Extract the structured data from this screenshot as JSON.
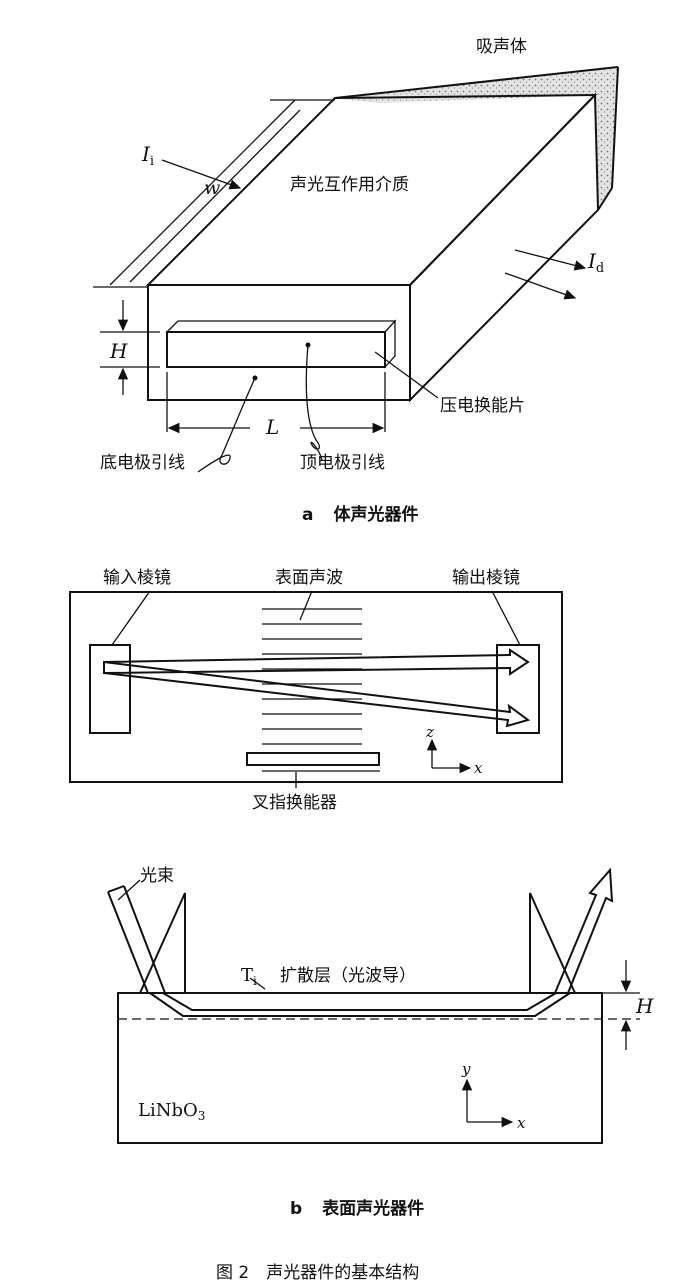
{
  "part_a": {
    "absorber": "吸声体",
    "medium": "声光互作用介质",
    "incident_beam_I": "I",
    "incident_beam_sub": "i",
    "width_w": "w",
    "diffracted_beam_I": "I",
    "diffracted_beam_sub": "d",
    "height_H": "H",
    "length_L": "L",
    "transducer": "压电换能片",
    "bottom_lead": "底电极引线",
    "top_lead": "顶电极引线",
    "caption_letter": "a",
    "caption": "体声光器件"
  },
  "part_b_top": {
    "input_prism": "输入棱镜",
    "saw": "表面声波",
    "output_prism": "输出棱镜",
    "idt": "叉指换能器",
    "axis_z": "z",
    "axis_x": "x"
  },
  "part_b_bottom": {
    "light_beam": "光束",
    "ti_diffusion": "T",
    "ti_sub": "i",
    "waveguide_label": "扩散层（光波导）",
    "height_H": "H",
    "substrate": "LiNbO",
    "substrate_sub": "3",
    "axis_y": "y",
    "axis_x": "x",
    "caption_letter": "b",
    "caption": "表面声光器件"
  },
  "figure_caption": "图 2　声光器件的基本结构"
}
